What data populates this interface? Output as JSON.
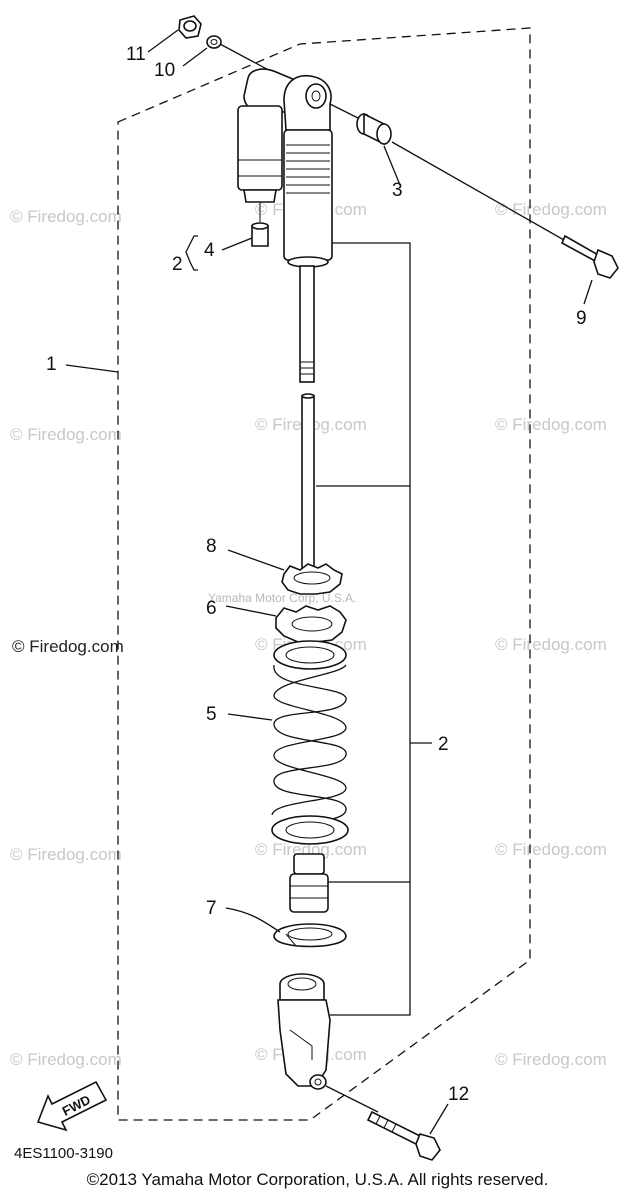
{
  "diagram": {
    "part_code": "4ES1100-3190",
    "fwd_label": "FWD",
    "copyright": "©2013 Yamaha Motor Corporation, U.S.A. All rights reserved.",
    "watermark_text": "© Firedog.com",
    "yamaha_watermark": "Yamaha Motor Corp, U.S.A.",
    "callouts": {
      "c1": "1",
      "c2_upper": "2",
      "c2_main": "2",
      "c3": "3",
      "c4": "4",
      "c5": "5",
      "c6": "6",
      "c7": "7",
      "c8": "8",
      "c9": "9",
      "c10": "10",
      "c11": "11",
      "c12": "12"
    }
  }
}
